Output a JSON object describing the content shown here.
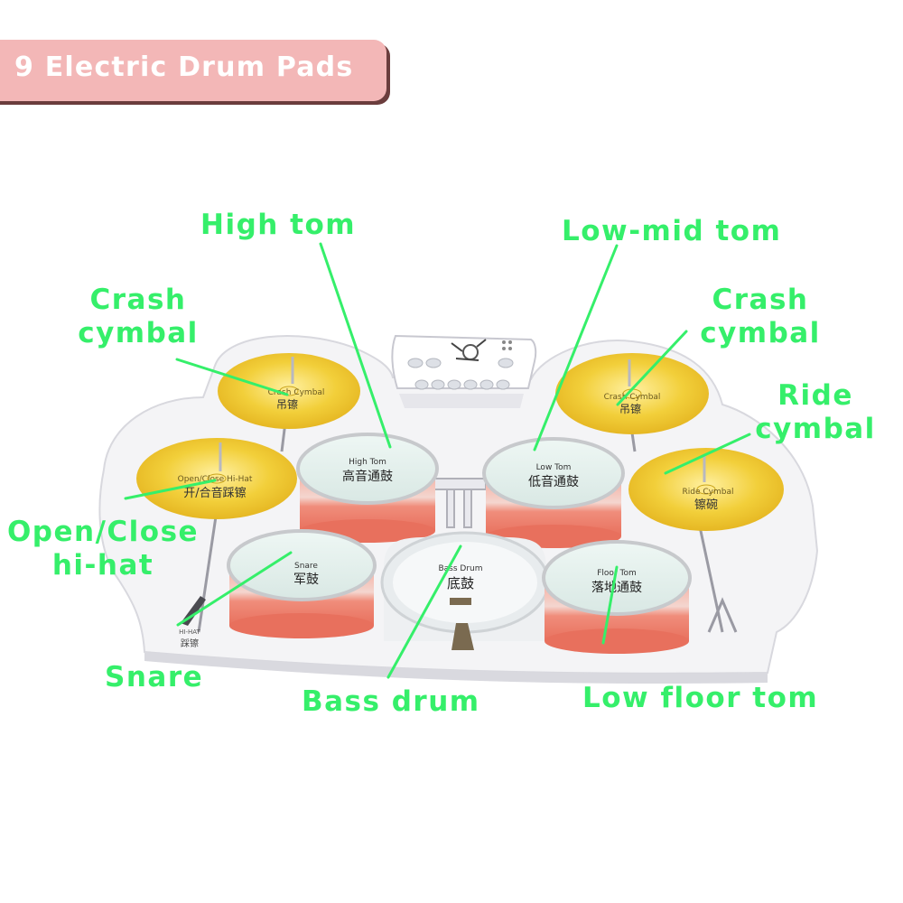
{
  "banner": {
    "title": "9 Electric Drum Pads",
    "color": "#f3b7b7"
  },
  "accent_color": "#35ef6a",
  "callouts": {
    "high_tom": "High tom",
    "low_mid_tom": "Low-mid tom",
    "crash_left": [
      "Crash",
      "cymbal"
    ],
    "crash_right": [
      "Crash",
      "cymbal"
    ],
    "ride": [
      "Ride",
      "cymbal"
    ],
    "hihat": [
      "Open/Close",
      "hi-hat"
    ],
    "snare": "Snare",
    "bass": "Bass drum",
    "floor": "Low floor tom"
  },
  "pad_labels": {
    "crash_left": {
      "en": "Crash Cymbal",
      "zh": "吊镲"
    },
    "crash_right": {
      "en": "Crash Cymbal",
      "zh": "吊镲"
    },
    "hihat": {
      "en": "Open/Close Hi-Hat",
      "zh": "开/合音踩镲"
    },
    "ride": {
      "en": "Ride Cymbal",
      "zh": "镲碗"
    },
    "high_tom": {
      "en": "High Tom",
      "zh": "高音通鼓"
    },
    "low_tom": {
      "en": "Low Tom",
      "zh": "低音通鼓"
    },
    "snare": {
      "en": "Snare",
      "zh": "军鼓"
    },
    "bass": {
      "en": "Bass Drum",
      "zh": "底鼓"
    },
    "floor": {
      "en": "Floor Tom",
      "zh": "落地通鼓"
    },
    "pedal": {
      "en": "HI-HAT",
      "zh": "踩镲"
    }
  },
  "icons": [
    "drummer-icon",
    "speaker-icon"
  ]
}
